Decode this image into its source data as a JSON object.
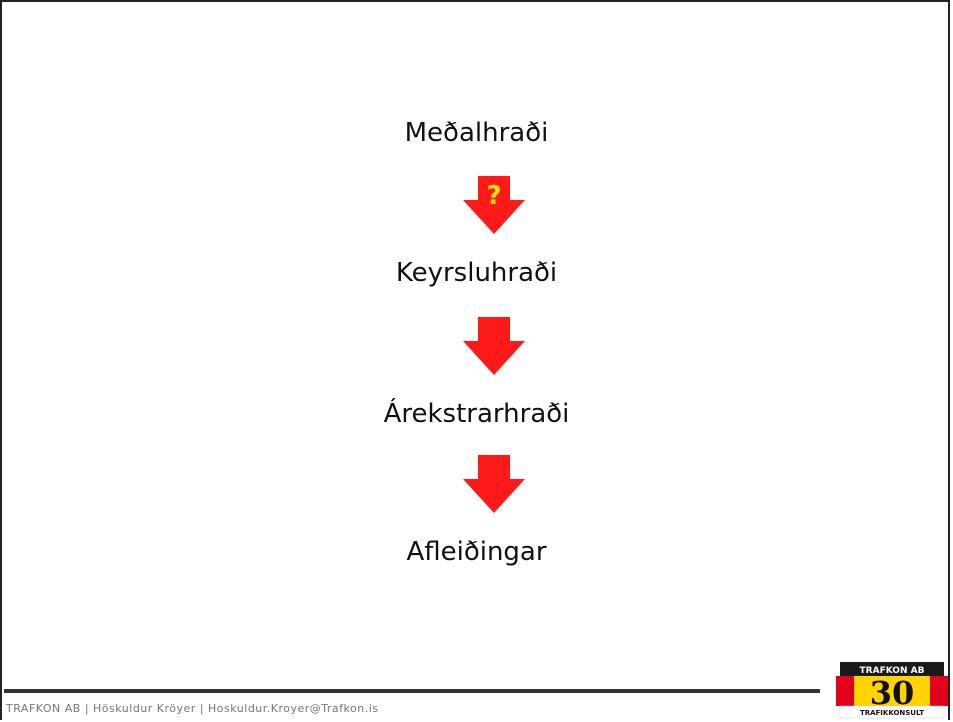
{
  "flow": {
    "step1": "Meðalhraði",
    "step2": "Keyrsluhraði",
    "step3": "Árekstrarhraði",
    "step4": "Afleiðingar",
    "question_mark": "?"
  },
  "colors": {
    "arrow_red": "#ff1a1a",
    "question_yellow": "#ffe600"
  },
  "footer": {
    "text": "TRAFKON AB | Höskuldur Kröyer | Hoskuldur.Kroyer@Trafkon.is"
  },
  "logo": {
    "top": "TRAFKON AB",
    "number": "30",
    "bottom": "TRAFIKKONSULT"
  }
}
